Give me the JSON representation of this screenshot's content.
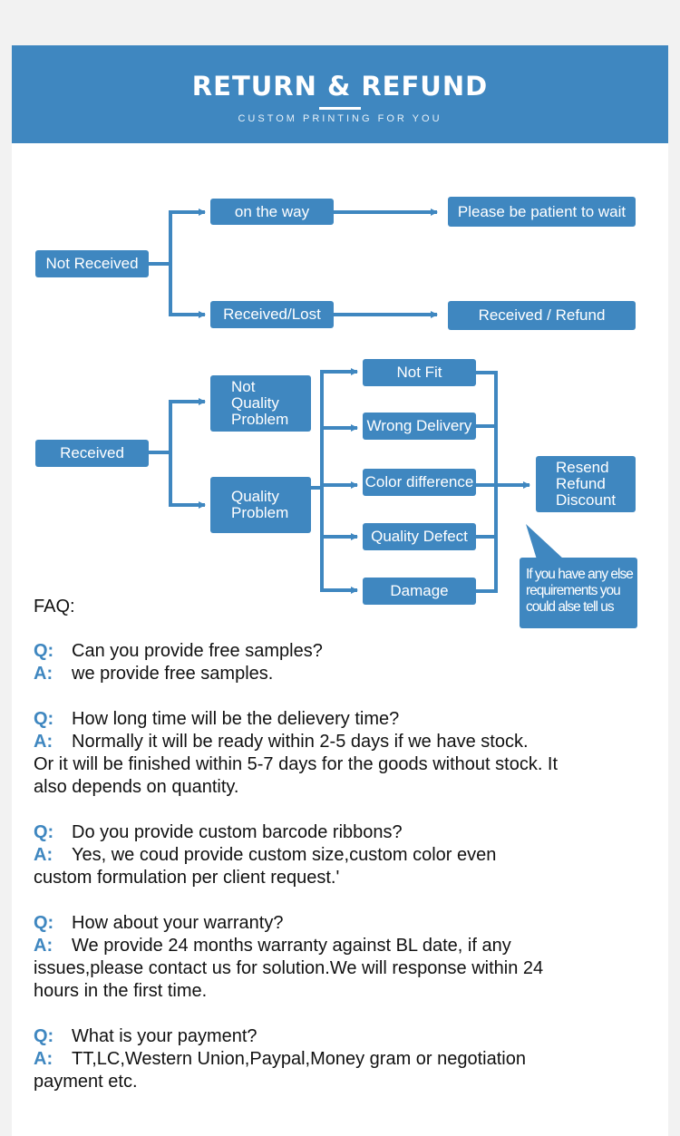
{
  "header": {
    "title": "RETURN & REFUND",
    "subtitle": "CUSTOM PRINTING FOR YOU"
  },
  "flow": {
    "not_received": "Not Received",
    "on_the_way": "on the way",
    "please_wait": "Please be patient to wait",
    "received_lost": "Received/Lost",
    "received_refund": "Received / Refund",
    "received": "Received",
    "not_quality_problem": "Not\nQuality\nProblem",
    "quality_problem": "Quality\nProblem",
    "not_fit": "Not Fit",
    "wrong_delivery": "Wrong Delivery",
    "color_difference": "Color difference",
    "quality_defect": "Quality Defect",
    "damage": "Damage",
    "resend_refund_discount": "Resend\nRefund\nDiscount",
    "note": "If you have any else requirements you could alse tell us"
  },
  "faq": {
    "label": "FAQ:",
    "q_tag": "Q:",
    "a_tag": "A:",
    "items": [
      {
        "q": "Can you provide free samples?",
        "a": "we provide free samples."
      },
      {
        "q": "How long time will be the delievery time?",
        "a": "Normally it will be ready within 2-5 days if we have stock.",
        "a_more": "Or it will  be finished within 5-7 days for the goods without stock. It also depends on quantity."
      },
      {
        "q": "Do you provide custom barcode ribbons?",
        "a": "Yes, we coud provide custom size,custom color even",
        "a_more": "custom formulation per client request.'"
      },
      {
        "q": "How about your warranty?",
        "a": "We provide 24 months warranty against BL  date, if any",
        "a_more": "issues,please contact us for solution.We will response within 24 hours in the first time."
      },
      {
        "q": "What is your payment?",
        "a": "TT,LC,Western Union,Paypal,Money gram or negotiation",
        "a_more": "payment etc."
      }
    ]
  },
  "colors": {
    "accent": "#3f87c0",
    "background": "#f2f2f2",
    "card": "#ffffff",
    "text": "#111111"
  }
}
